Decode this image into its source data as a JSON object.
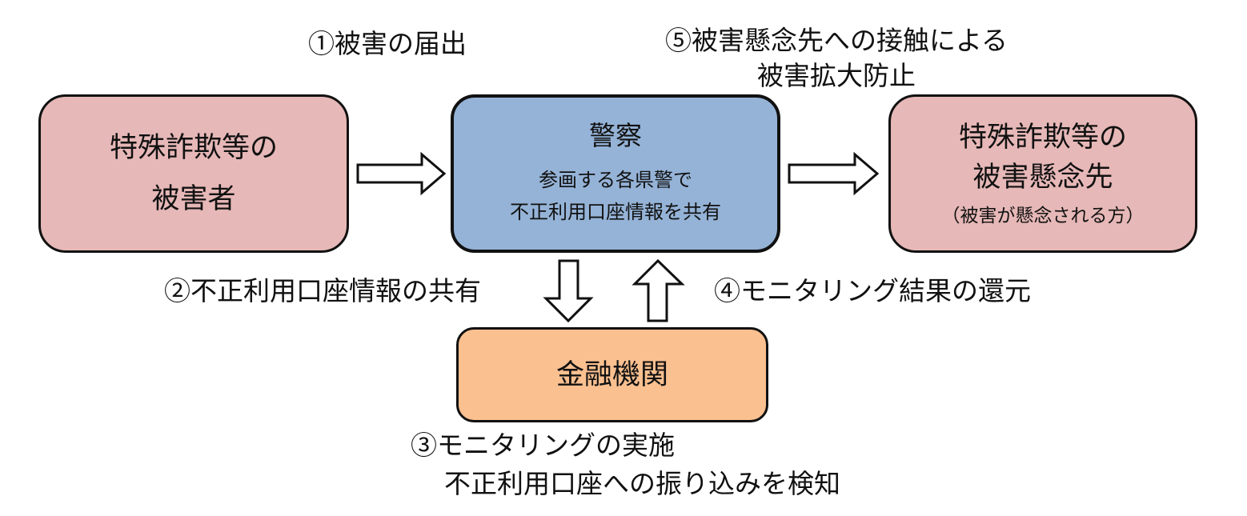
{
  "colors": {
    "victim_fill": "#e6b8b7",
    "police_fill": "#95b3d7",
    "target_fill": "#e6b8b7",
    "bank_fill": "#fac090",
    "border": "#111111",
    "arrow_fill": "#ffffff"
  },
  "victim_box": {
    "line1": "特殊詐欺等の",
    "line2": "被害者"
  },
  "police_box": {
    "title": "警察",
    "line1": "参画する各県警で",
    "line2": "不正利用口座情報を共有"
  },
  "target_box": {
    "line1": "特殊詐欺等の",
    "line2": "被害懸念先",
    "note": "（被害が懸念される方）"
  },
  "bank_box": {
    "title": "金融機関"
  },
  "steps": {
    "step1": "①被害の届出",
    "step2": "②不正利用口座情報の共有",
    "step3_line1": "③モニタリングの実施",
    "step3_line2": "不正利用口座への振り込みを検知",
    "step4": "④モニタリング結果の還元",
    "step5_line1": "⑤被害懸念先への接触による",
    "step5_line2": "被害拡大防止"
  },
  "arrows": [
    {
      "name": "arrow-victim-to-police",
      "direction": "right"
    },
    {
      "name": "arrow-police-to-target",
      "direction": "right"
    },
    {
      "name": "arrow-police-to-bank",
      "direction": "down"
    },
    {
      "name": "arrow-bank-to-police",
      "direction": "up"
    }
  ]
}
